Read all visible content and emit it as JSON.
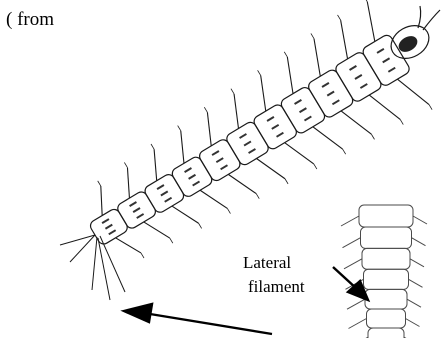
{
  "caption": "( from",
  "label": {
    "line1": "Lateral",
    "line2": "filament"
  },
  "colors": {
    "ink": "#1a1a1a",
    "paper": "#ffffff"
  }
}
